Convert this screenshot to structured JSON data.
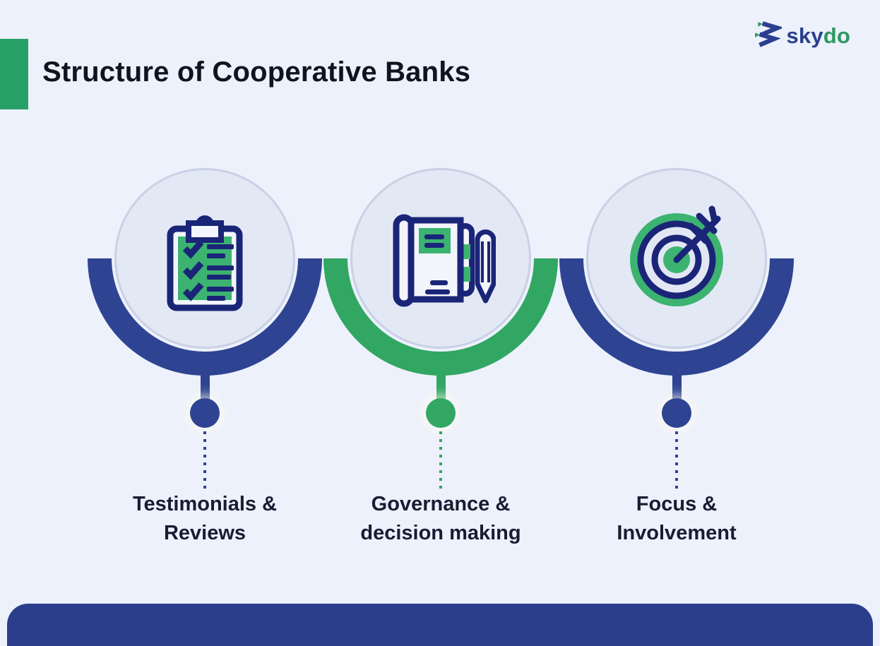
{
  "page": {
    "title": "Structure of Cooperative Banks",
    "background_color": "#edf1fb",
    "title_color": "#0e1420",
    "accent_bar_color": "#27a168"
  },
  "logo": {
    "text_primary": "sky",
    "text_secondary": "do",
    "primary_color": "#2b3f90",
    "secondary_color": "#2d9960",
    "icon": "skydo-chevron-icon"
  },
  "colors": {
    "navy": "#2e4492",
    "green": "#31a763",
    "icon_stroke_navy": "#1b2577",
    "icon_fill_green": "#3cb371",
    "circle_fill": "#e3e8f5",
    "circle_border": "#c8d1e6",
    "footer_bar": "#2b3e8c",
    "label_text": "#161d33"
  },
  "items": [
    {
      "label_line1": "Testimonials &",
      "label_line2": "Reviews",
      "icon": "checklist-clipboard-icon",
      "theme": "navy"
    },
    {
      "label_line1": "Governance &",
      "label_line2": "decision making",
      "icon": "notebook-pencil-icon",
      "theme": "green"
    },
    {
      "label_line1": "Focus &",
      "label_line2": "Involvement",
      "icon": "target-arrow-icon",
      "theme": "navy"
    }
  ]
}
